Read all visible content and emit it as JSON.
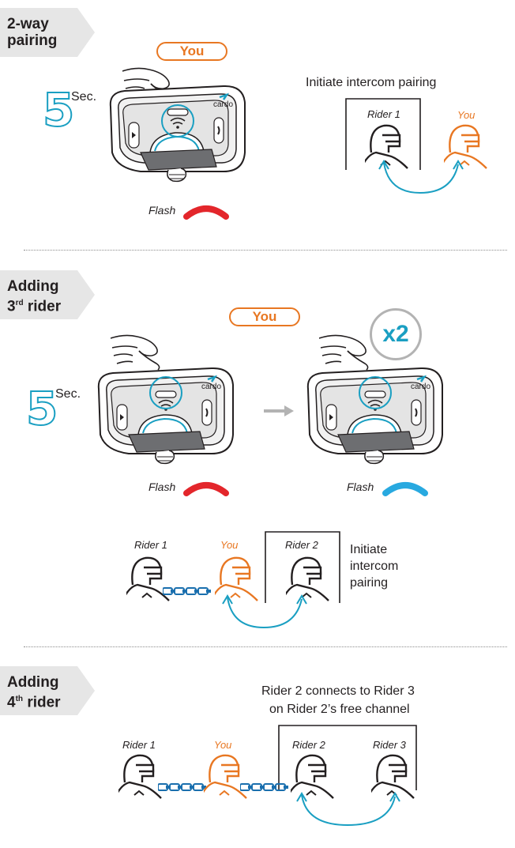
{
  "colors": {
    "accent_blue": "#1a9fc2",
    "you_orange": "#e87722",
    "flash_red": "#e3262b",
    "flash_blue": "#28a9e0",
    "tag_gray": "#e6e6e6"
  },
  "section1": {
    "tag_line1": "2-way",
    "tag_line2": "pairing",
    "you_label": "You",
    "hold_number": "5",
    "hold_unit": "Sec.",
    "flash_label": "Flash",
    "caption": "Initiate intercom pairing",
    "rider1_label": "Rider 1",
    "you_rider_label": "You"
  },
  "section2": {
    "tag_line1": "Adding",
    "tag_line2_num": "3",
    "tag_line2_sup": "rd",
    "tag_line2_word": "rider",
    "you_label": "You",
    "press_count": "x2",
    "hold_number": "5",
    "hold_unit": "Sec.",
    "flash_label_left": "Flash",
    "flash_label_right": "Flash",
    "rider1_label": "Rider 1",
    "you_rider_label": "You",
    "rider2_label": "Rider 2",
    "caption_line1": "Initiate",
    "caption_line2": "intercom",
    "caption_line3": "pairing"
  },
  "section3": {
    "tag_line1": "Adding",
    "tag_line2_num": "4",
    "tag_line2_sup": "th",
    "tag_line2_word": "rider",
    "caption_line1": "Rider 2 connects to Rider 3",
    "caption_line2": "on Rider 2’s free channel",
    "rider1_label": "Rider 1",
    "you_rider_label": "You",
    "rider2_label": "Rider 2",
    "rider3_label": "Rider 3"
  },
  "icons": [
    "hand-press-icon",
    "cardo-device-icon",
    "rider-helmet-icon",
    "chain-link-icon",
    "pairing-arrow-icon",
    "flash-arc-icon"
  ]
}
